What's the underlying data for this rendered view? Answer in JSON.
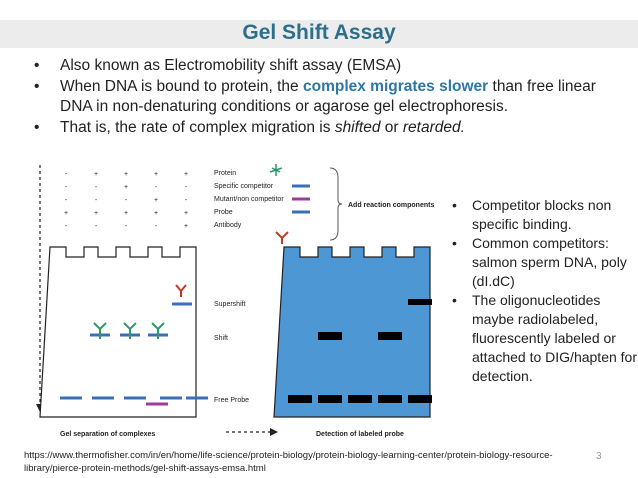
{
  "title": "Gel Shift Assay",
  "bullets": [
    {
      "parts": [
        {
          "t": "Also known as Electromobility shift assay (EMSA)"
        }
      ]
    },
    {
      "parts": [
        {
          "t": "When DNA is bound to protein, the "
        },
        {
          "t": "complex migrates slower",
          "s": "hl"
        },
        {
          "t": " than free linear DNA in non-denaturing conditions or agarose gel electrophoresis."
        }
      ]
    },
    {
      "parts": [
        {
          "t": "That is, the rate of complex migration is "
        },
        {
          "t": "shifted",
          "s": "i"
        },
        {
          "t": " or "
        },
        {
          "t": "retarded.",
          "s": "i"
        }
      ]
    }
  ],
  "side_bullets": [
    "Competitor blocks non specific binding.",
    "Common competitors: salmon sperm DNA, poly (dI.dC)",
    "The oligonucleotides maybe radiolabeled, fluorescently labeled or attached to DIG/hapten for detection."
  ],
  "figure": {
    "reagent_rows": [
      {
        "signs": [
          "-",
          "+",
          "+",
          "+",
          "+"
        ],
        "label": "Protein"
      },
      {
        "signs": [
          "-",
          "-",
          "+",
          "-",
          "-"
        ],
        "label": "Specific competitor"
      },
      {
        "signs": [
          "-",
          "-",
          "-",
          "+",
          "-"
        ],
        "label": "Mutant/non competitor"
      },
      {
        "signs": [
          "+",
          "+",
          "+",
          "+",
          "+"
        ],
        "label": "Probe"
      },
      {
        "signs": [
          "-",
          "-",
          "-",
          "-",
          "+"
        ],
        "label": "Antibody"
      }
    ],
    "add_reaction": "Add reaction components",
    "band_labels": {
      "supershift": "Supershift",
      "shift": "Shift",
      "free": "Free Probe"
    },
    "caption_left": "Gel separation of complexes",
    "caption_right": "Detection of labeled probe"
  },
  "reference": "https://www.thermofisher.com/in/en/home/life-science/protein-biology/protein-biology-learning-center/protein-biology-resource-library/pierce-protein-methods/gel-shift-assays-emsa.html",
  "page_number": "3",
  "colors": {
    "title": "#2d6f8b",
    "highlight": "#2d78a3",
    "gel": "#4d97d4"
  }
}
